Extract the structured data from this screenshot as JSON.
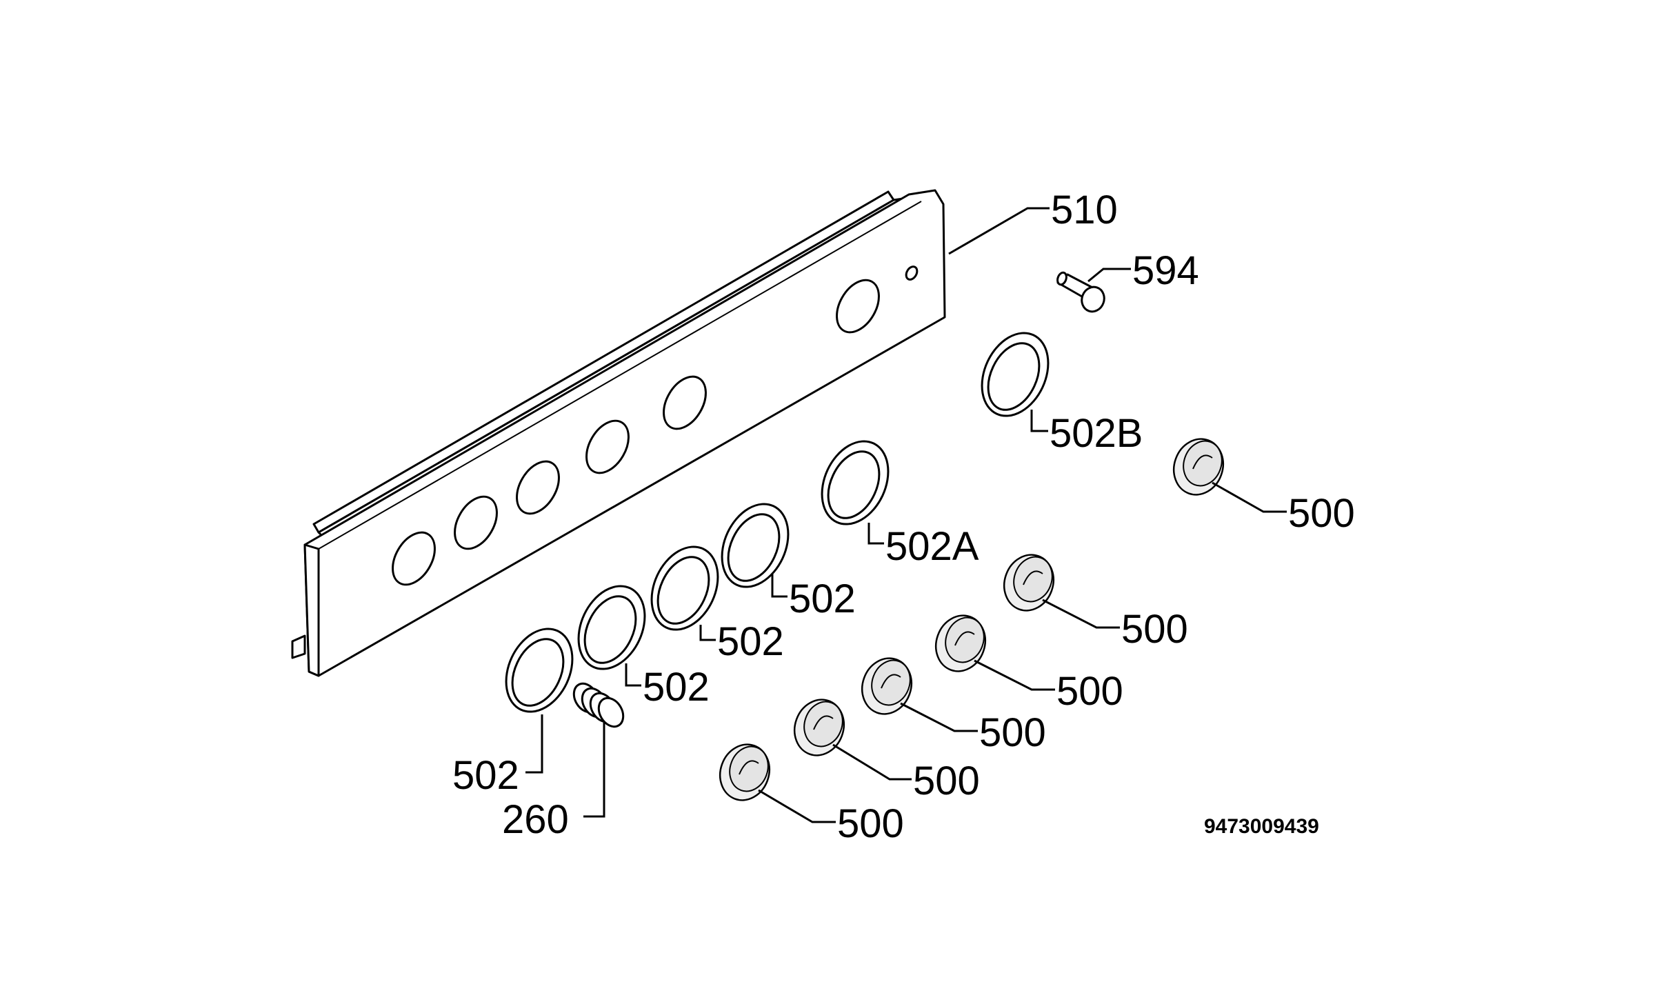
{
  "diagram": {
    "drawing_number": "9473009439",
    "labels": {
      "panel": "510",
      "pin": "594",
      "ring_b": "502B",
      "ring_a": "502A",
      "ring": "502",
      "knob": "500",
      "spring": "260"
    }
  }
}
